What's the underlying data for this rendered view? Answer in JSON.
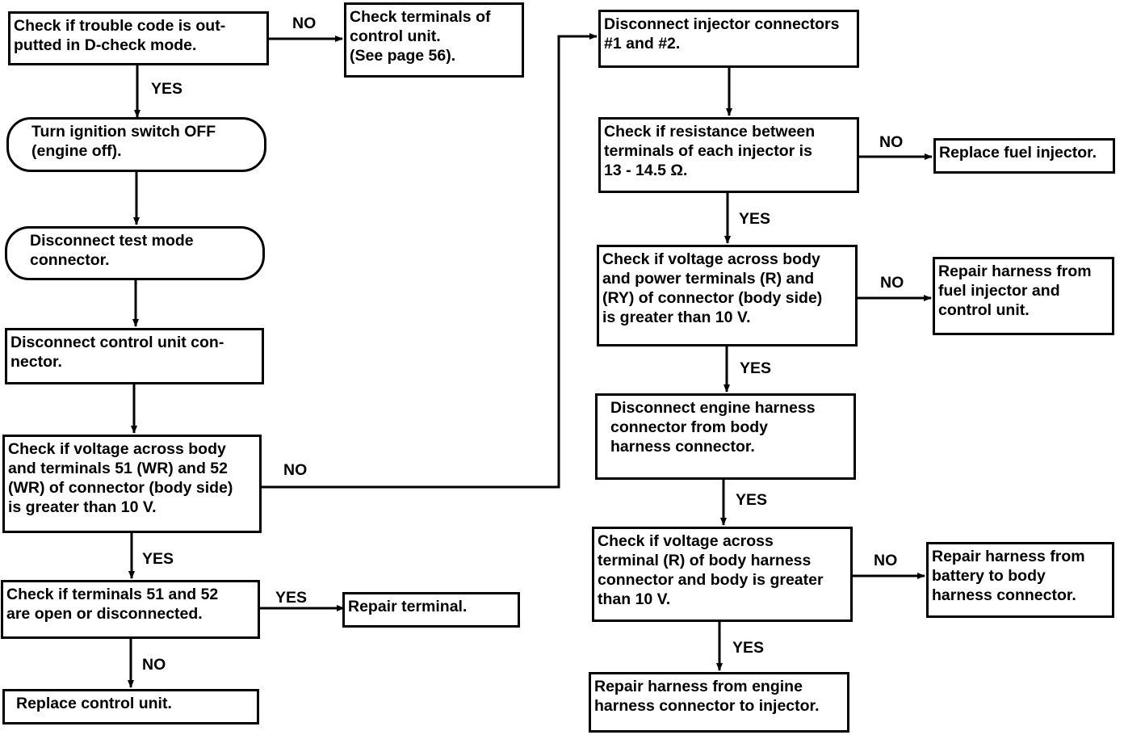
{
  "boxes": {
    "b1": "Check if trouble code is out-\nputted in D-check mode.",
    "b2": "Check terminals of\ncontrol unit.\n(See page 56).",
    "b3": "Turn ignition switch OFF\n(engine off).",
    "b4": "Disconnect test mode\nconnector.",
    "b5": "Disconnect control unit con-\nnector.",
    "b6": "Check if voltage across body\nand terminals 51 (WR) and 52\n(WR) of connector (body side)\nis greater than 10 V.",
    "b7": "Check if terminals 51 and 52\nare open or disconnected.",
    "b8": "Repair terminal.",
    "b9": "Replace control unit.",
    "r1": "Disconnect injector connectors\n#1 and #2.",
    "r2": "Check if resistance between\nterminals of each injector is\n13 - 14.5 Ω.",
    "r3": "Replace fuel injector.",
    "r4": "Check if voltage across body\nand power terminals (R) and\n(RY) of connector (body side)\nis greater than 10 V.",
    "r5": "Repair harness from\nfuel injector and\ncontrol unit.",
    "r6": "Disconnect engine harness\nconnector from body\nharness connector.",
    "r7": "Check if voltage across\nterminal (R) of body harness\nconnector and body is greater\nthan 10 V.",
    "r8": "Repair harness from\nbattery to body\nharness connector.",
    "r9": "Repair harness from engine\nharness connector to injector."
  },
  "labels": {
    "l1": "NO",
    "l2": "YES",
    "l3": "NO",
    "l4": "YES",
    "l5": "YES",
    "l6": "NO",
    "l7": "YES",
    "l8": "NO",
    "l9": "NO",
    "l10": "YES",
    "l11": "YES",
    "l12": "NO",
    "l13": "YES"
  }
}
